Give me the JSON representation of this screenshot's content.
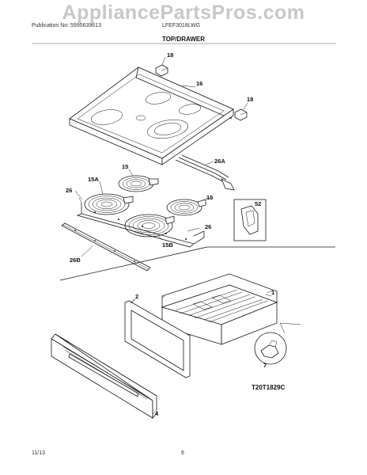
{
  "watermark": "AppliancePartsPros.com",
  "header": {
    "publication": "Publication No: 5995639613",
    "model": "LFEF3018LWG",
    "section_title": "TOP/DRAWER"
  },
  "callouts": {
    "c18a": "18",
    "c16": "16",
    "c18b": "18",
    "c26a": "26A",
    "c15a": "15",
    "c15A": "15A",
    "c26a_left": "26",
    "c15b": "15",
    "c52": "52",
    "c26_right": "26",
    "c15B": "15B",
    "c26B": "26B",
    "c1": "1",
    "c2": "2",
    "c7": "7",
    "c4": "4"
  },
  "diagram_id": "T20T1829C",
  "footer": {
    "date": "11/13",
    "page": "6"
  }
}
